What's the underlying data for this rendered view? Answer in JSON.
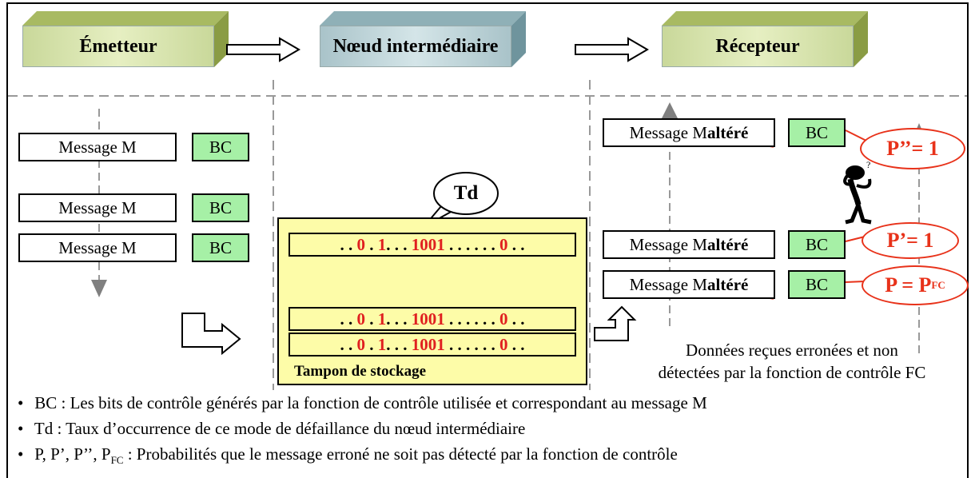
{
  "headers": {
    "emetteur": "Émetteur",
    "noeud": "Nœud intermédiaire",
    "recepteur": "Récepteur"
  },
  "left": {
    "msg1": "Message  M",
    "msg2": "Message  M",
    "msg3": "Message  M",
    "bc": "BC"
  },
  "buffer": {
    "td": "Td",
    "title": "Tampon de stockage",
    "row": {
      "p1": ". . ",
      "z1": "0",
      "p2": " . ",
      "o1": "1",
      "p3": ". . . ",
      "b": "1001",
      "p4": " . . . . . . ",
      "z2": "0",
      "p5": " . ."
    }
  },
  "right": {
    "msg_prefix": "Message M ",
    "alt": "altéré",
    "bc": "BC",
    "p2": "P’’= 1",
    "p1": "P’= 1",
    "p0": "P = P",
    "p0_sub": "FC",
    "caption1": "Données reçues erronées et non",
    "caption2": "détectées par la fonction de contrôle FC"
  },
  "legend": {
    "l1": "BC : Les bits de contrôle générés par la fonction de contrôle utilisée et correspondant au message M",
    "l2": "Td : Taux d’occurrence de ce mode de défaillance du nœud intermédiaire",
    "l3a": "P, P’, P’’, P",
    "l3sub": "FC",
    "l3b": " : Probabilités que le message erroné ne soit pas détecté par la fonction de contrôle",
    "bullet": "•"
  },
  "colors": {
    "green_box": "#a6f0a6",
    "buffer": "#fdfca8",
    "red": "#e8321a"
  }
}
